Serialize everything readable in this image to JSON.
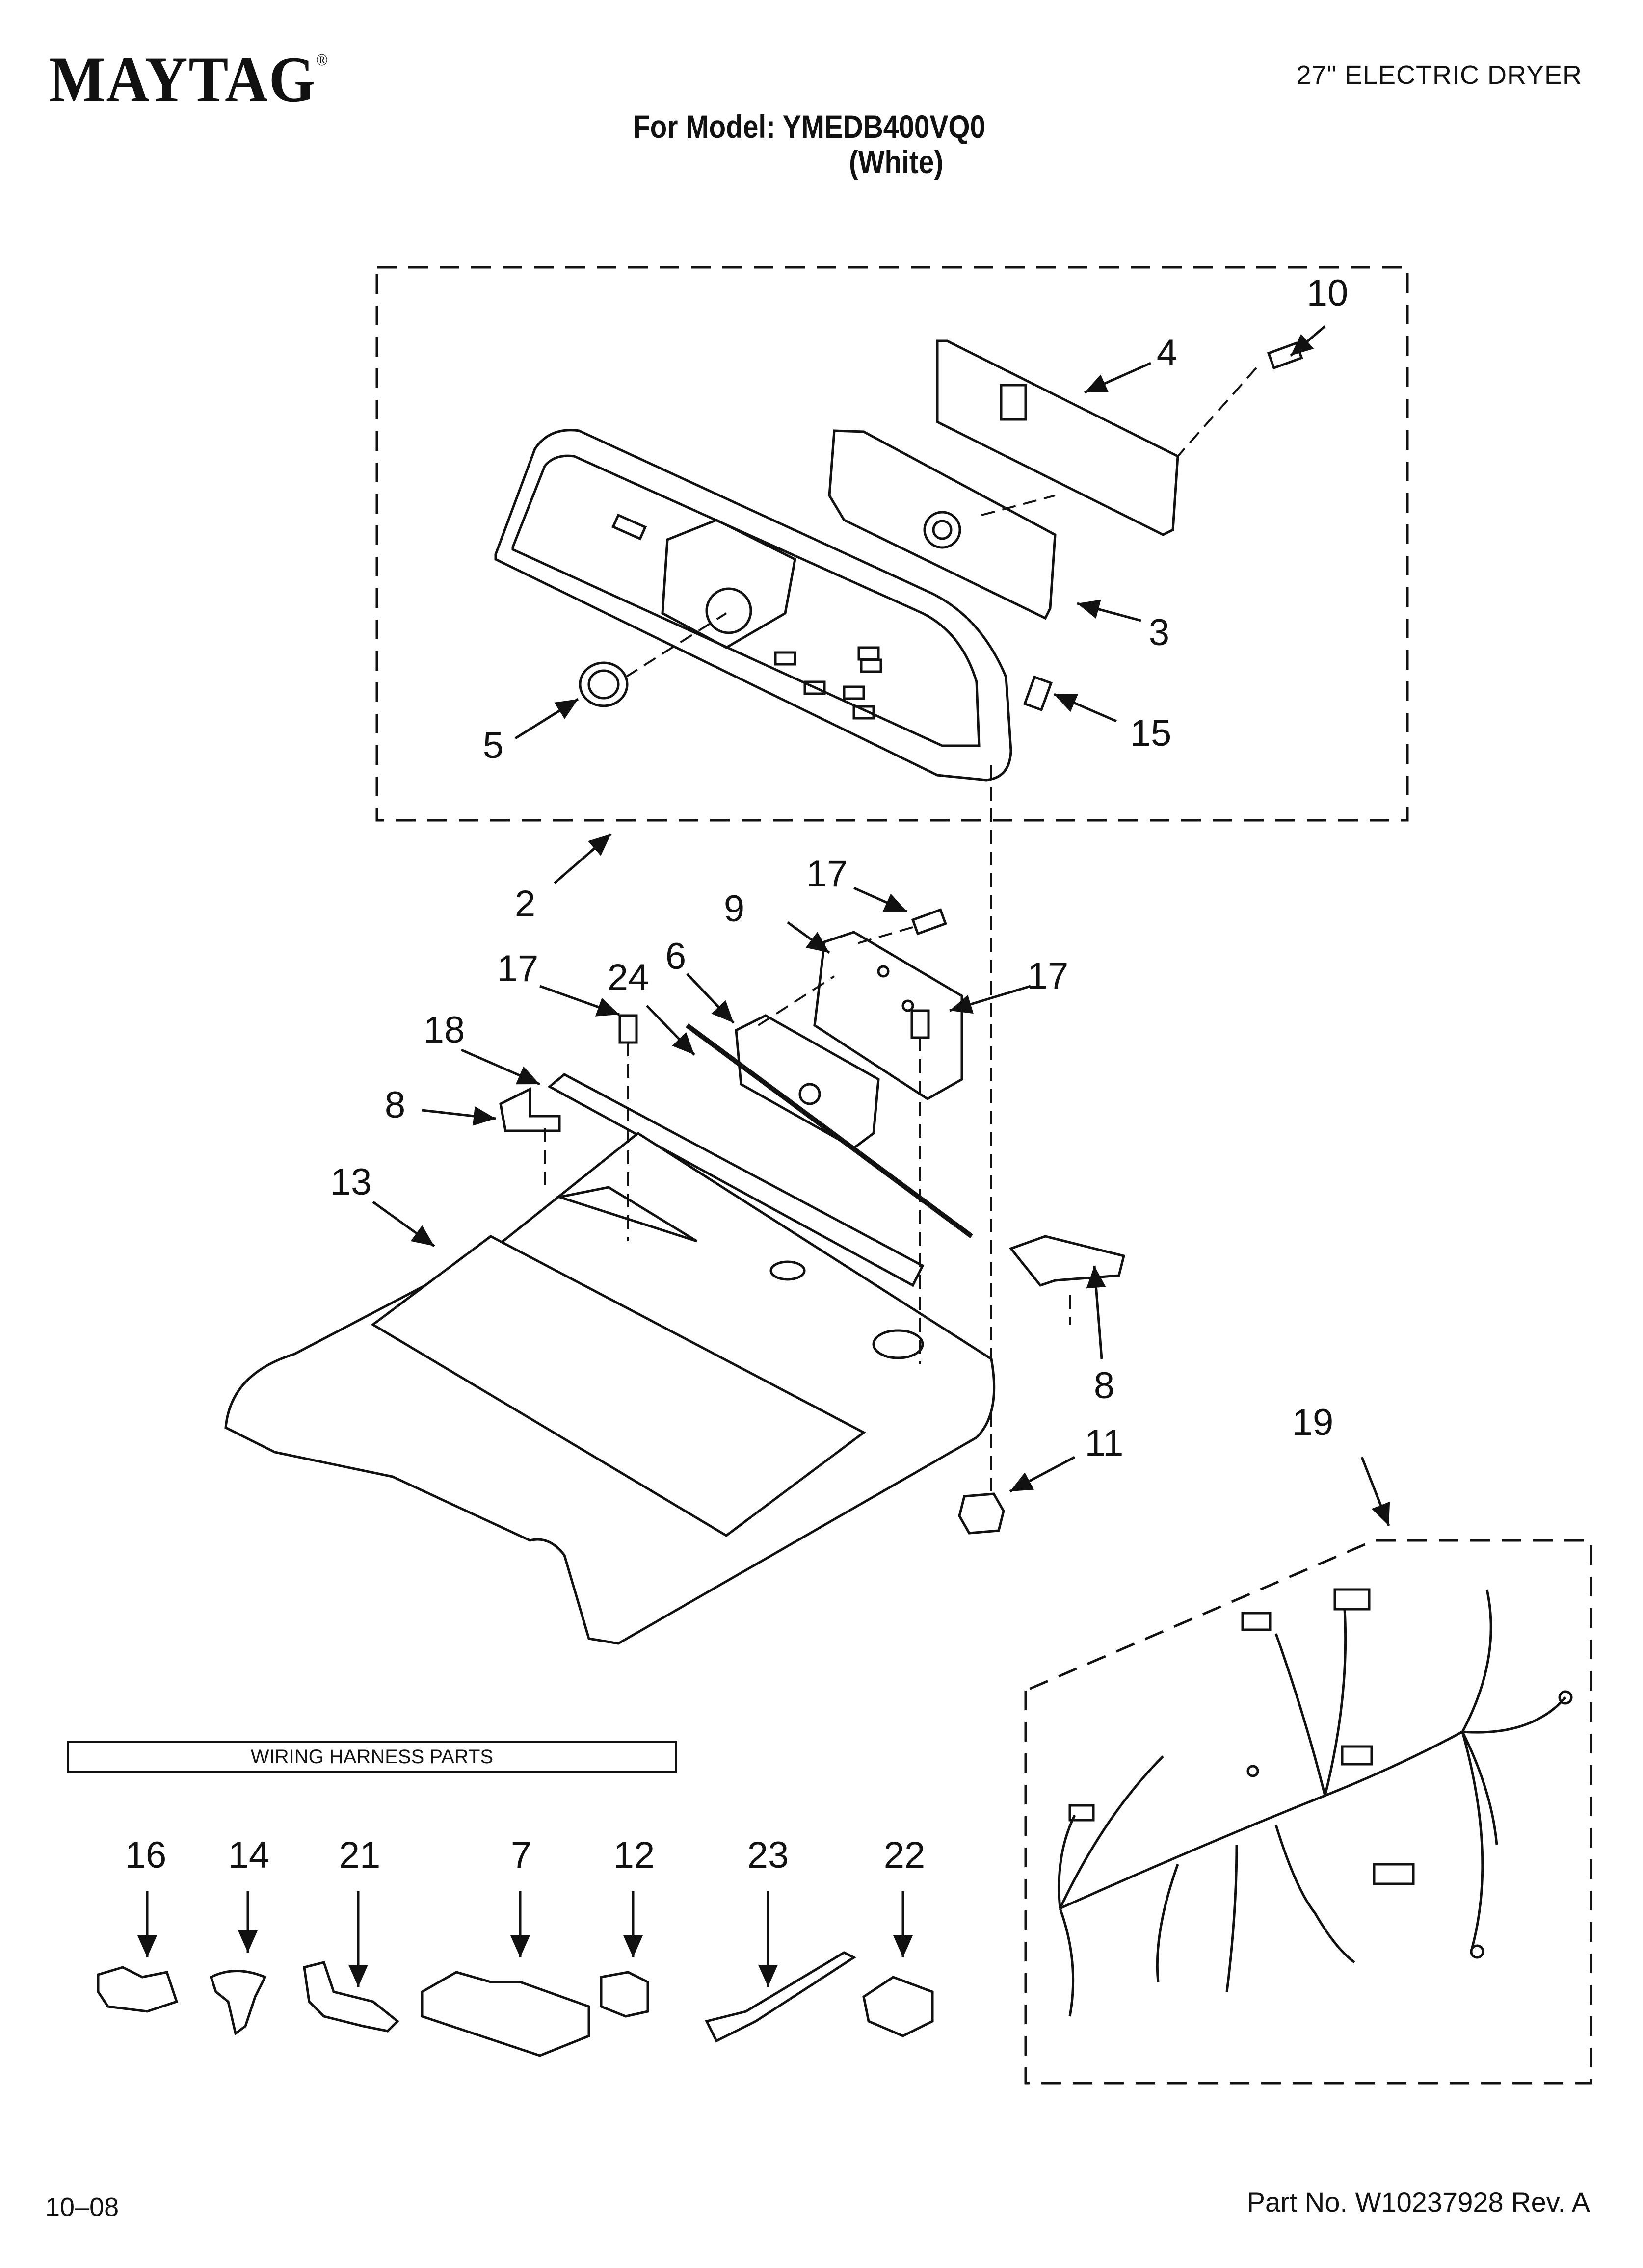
{
  "header": {
    "brand": "MAYTAG",
    "brand_mark": "®",
    "product": "27\" ELECTRIC DRYER",
    "model_line": "For Model: YMEDB400VQ0",
    "variant_line": "(White)"
  },
  "wiring_harness": {
    "title": "WIRING HARNESS PARTS"
  },
  "callouts": {
    "c10": "10",
    "c4": "4",
    "c3": "3",
    "c15": "15",
    "c5": "5",
    "c2": "2",
    "c17a": "17",
    "c9": "9",
    "c6": "6",
    "c24": "24",
    "c17b": "17",
    "c17c": "17",
    "c18": "18",
    "c8a": "8",
    "c13": "13",
    "c8b": "8",
    "c11": "11",
    "c19": "19",
    "c16": "16",
    "c14": "14",
    "c21": "21",
    "c7": "7",
    "c12": "12",
    "c23": "23",
    "c22": "22"
  },
  "footer": {
    "date": "10–08",
    "part_number": "Part No. W10237928 Rev. A"
  }
}
